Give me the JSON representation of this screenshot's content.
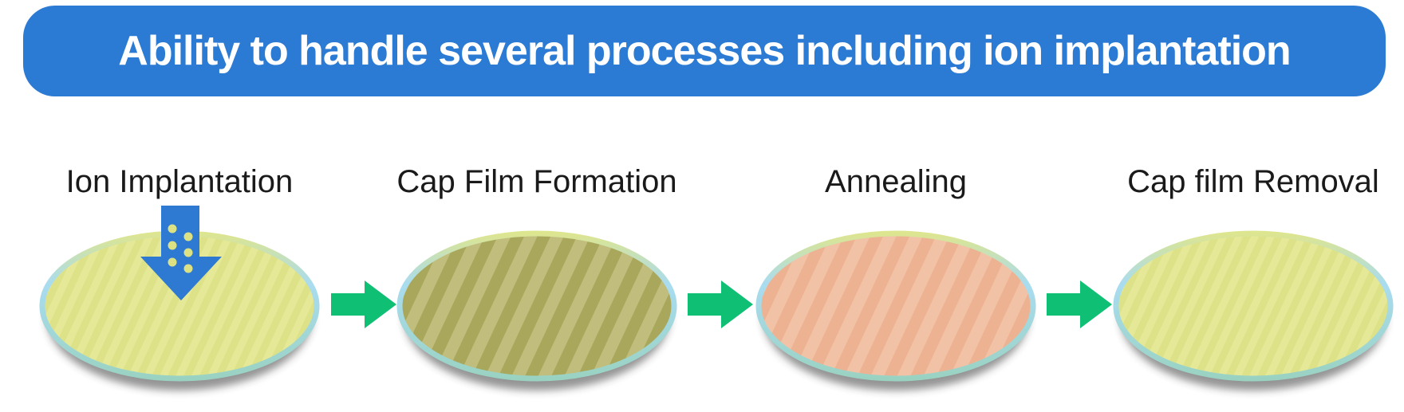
{
  "header": {
    "title": "Ability to handle several processes including ion implantation",
    "bg_color": "#2b7ad3",
    "text_color": "#ffffff"
  },
  "process_flow": {
    "steps": [
      {
        "label": "Ion Implantation",
        "wafer": {
          "base_color": "#dde289",
          "stripe_color": "#e5e997"
        }
      },
      {
        "label": "Cap Film Formation",
        "wafer": {
          "base_color": "#a9a75c",
          "stripe_color": "#c1be7d"
        }
      },
      {
        "label": "Annealing",
        "wafer": {
          "base_color": "#edb292",
          "stripe_color": "#f2c2a6"
        }
      },
      {
        "label": "Cap film Removal",
        "wafer": {
          "base_color": "#dde289",
          "stripe_color": "#e5e997"
        }
      }
    ],
    "flow_arrow_color": "#0fbf74",
    "implant_arrow": {
      "color": "#2e7ad2",
      "dot_color": "#dce284"
    },
    "wafer_rim": {
      "top": "#dde58f",
      "side": "#a9dcf0",
      "bottom": "#9ad2c2"
    }
  }
}
